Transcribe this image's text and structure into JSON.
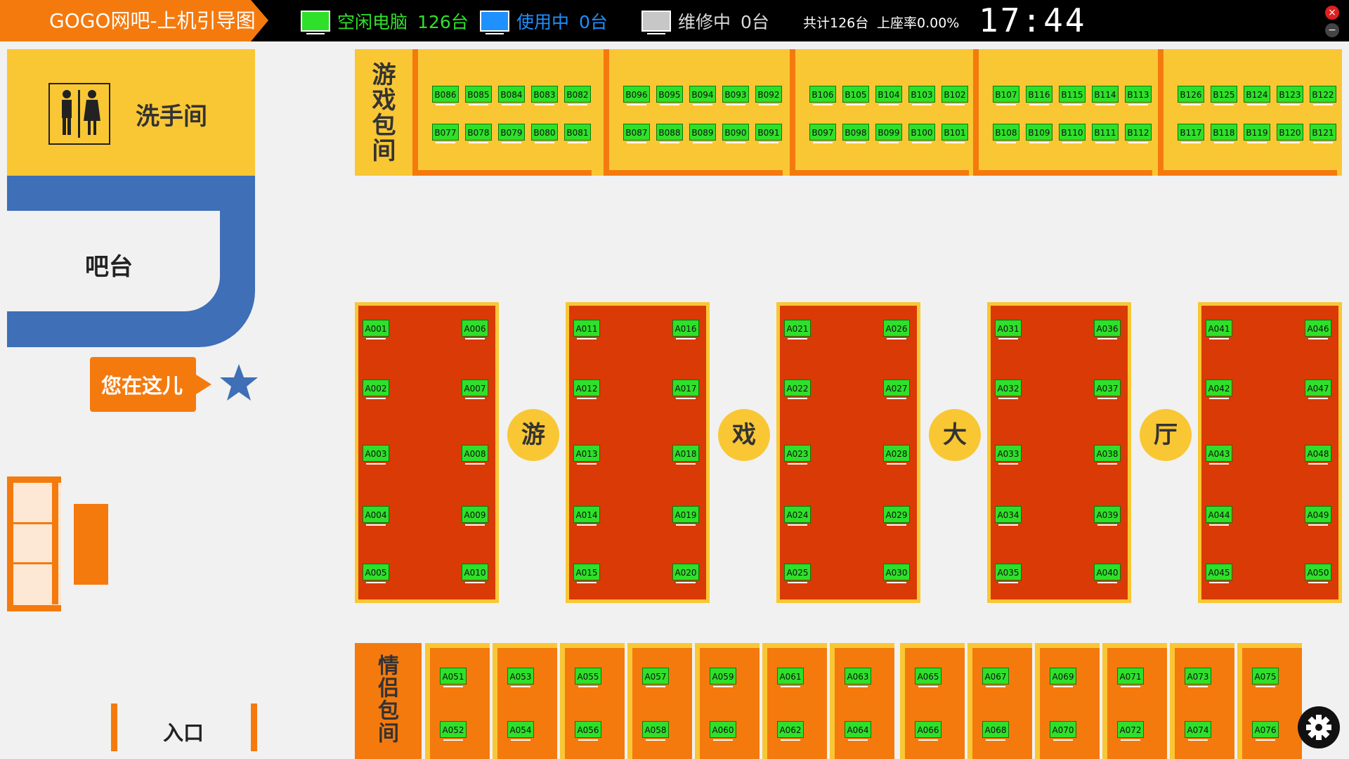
{
  "title": "GOGO网吧-上机引导图",
  "legend": [
    {
      "label": "空闲电脑",
      "count": "126台",
      "color": "#2fe02a",
      "text_color": "#2fe02a"
    },
    {
      "label": "使用中",
      "count": "0台",
      "color": "#1e90ff",
      "text_color": "#1e90ff"
    },
    {
      "label": "维修中",
      "count": "0台",
      "color": "#c7c7c7",
      "text_color": "#d9d9d9"
    }
  ],
  "summary": {
    "total": "共计126台",
    "occupancy": "上座率0.00%"
  },
  "clock": "17:44",
  "window_buttons": {
    "close": "×",
    "minimize": "−"
  },
  "restroom_label": "洗手间",
  "bar_label": "吧台",
  "you_are_here": "您在这儿",
  "entrance_label": "入口",
  "game_room_label": "游戏包间",
  "couple_room_label": "情侣包间",
  "hall_chars": [
    "游",
    "戏",
    "大",
    "厅"
  ],
  "colors": {
    "orange": "#f47a0e",
    "yellow": "#f9c734",
    "red": "#d93a06",
    "blue": "#3e6fb7",
    "seat": "#2fe02a"
  },
  "b_rooms": [
    {
      "top": [
        "B086",
        "B085",
        "B084",
        "B083",
        "B082"
      ],
      "bottom": [
        "B077",
        "B078",
        "B079",
        "B080",
        "B081"
      ]
    },
    {
      "top": [
        "B096",
        "B095",
        "B094",
        "B093",
        "B092"
      ],
      "bottom": [
        "B087",
        "B088",
        "B089",
        "B090",
        "B091"
      ]
    },
    {
      "top": [
        "B106",
        "B105",
        "B104",
        "B103",
        "B102"
      ],
      "bottom": [
        "B097",
        "B098",
        "B099",
        "B100",
        "B101"
      ]
    },
    {
      "top": [
        "B107",
        "B116",
        "B115",
        "B114",
        "B113"
      ],
      "bottom": [
        "B108",
        "B109",
        "B110",
        "B111",
        "B112"
      ]
    },
    {
      "top": [
        "B126",
        "B125",
        "B124",
        "B123",
        "B122"
      ],
      "bottom": [
        "B117",
        "B118",
        "B119",
        "B120",
        "B121"
      ]
    }
  ],
  "a_blocks": [
    {
      "left": [
        "A001",
        "A002",
        "A003",
        "A004",
        "A005"
      ],
      "right": [
        "A006",
        "A007",
        "A008",
        "A009",
        "A010"
      ]
    },
    {
      "left": [
        "A011",
        "A012",
        "A013",
        "A014",
        "A015"
      ],
      "right": [
        "A016",
        "A017",
        "A018",
        "A019",
        "A020"
      ]
    },
    {
      "left": [
        "A021",
        "A022",
        "A023",
        "A024",
        "A025"
      ],
      "right": [
        "A026",
        "A027",
        "A028",
        "A029",
        "A030"
      ]
    },
    {
      "left": [
        "A031",
        "A032",
        "A033",
        "A034",
        "A035"
      ],
      "right": [
        "A036",
        "A037",
        "A038",
        "A039",
        "A040"
      ]
    },
    {
      "left": [
        "A041",
        "A042",
        "A043",
        "A044",
        "A045"
      ],
      "right": [
        "A046",
        "A047",
        "A048",
        "A049",
        "A050"
      ]
    }
  ],
  "couple_rooms": [
    [
      "A051",
      "A052"
    ],
    [
      "A053",
      "A054"
    ],
    [
      "A055",
      "A056"
    ],
    [
      "A057",
      "A058"
    ],
    [
      "A059",
      "A060"
    ],
    [
      "A061",
      "A062"
    ],
    [
      "A063",
      "A064"
    ],
    [
      "A065",
      "A066"
    ],
    [
      "A067",
      "A068"
    ],
    [
      "A069",
      "A070"
    ],
    [
      "A071",
      "A072"
    ],
    [
      "A073",
      "A074"
    ],
    [
      "A075",
      "A076"
    ]
  ]
}
